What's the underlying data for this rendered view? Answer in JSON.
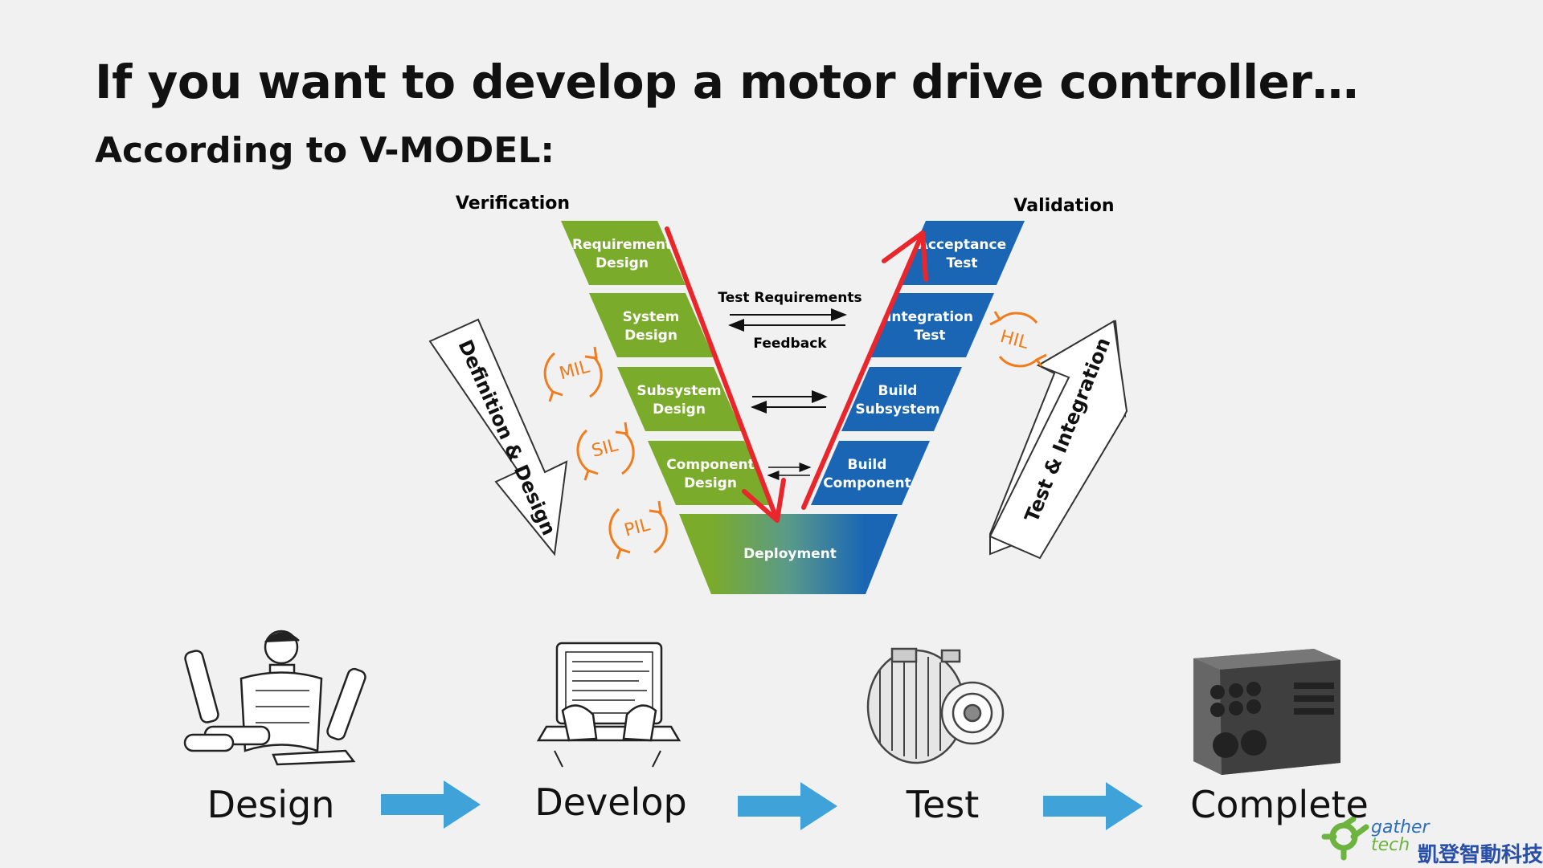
{
  "slide": {
    "title": "If you want to develop a motor drive controller…",
    "subtitle": "According to V-MODEL:"
  },
  "vmodel": {
    "verification_label": "Verification",
    "validation_label": "Validation",
    "left_stages": [
      {
        "line1": "Requirement",
        "line2": "Design"
      },
      {
        "line1": "System",
        "line2": "Design"
      },
      {
        "line1": "Subsystem",
        "line2": "Design"
      },
      {
        "line1": "Component",
        "line2": "Design"
      }
    ],
    "right_stages": [
      {
        "line1": "Acceptance",
        "line2": "Test"
      },
      {
        "line1": "Integration",
        "line2": "Test"
      },
      {
        "line1": "Build",
        "line2": "Subsystem"
      },
      {
        "line1": "Build",
        "line2": "Component"
      }
    ],
    "bottom_stage": "Deployment",
    "test_requirements_label": "Test Requirements",
    "feedback_label": "Feedback",
    "left_arrow_label": "Definition & Design",
    "right_arrow_label": "Test & Integration",
    "loops": [
      "MIL",
      "SIL",
      "PIL",
      "HIL"
    ],
    "colors": {
      "green": "#7aab2a",
      "blue": "#1a66b5",
      "red": "#e8262b",
      "orange": "#f07c1c",
      "flow_arrow": "#3fa3d9"
    }
  },
  "flow": {
    "steps": [
      "Design",
      "Develop",
      "Test",
      "Complete"
    ],
    "icons": [
      "engineer-with-blueprints-icon",
      "laptop-typing-icon",
      "alternator-motor-icon",
      "controller-box-icon"
    ]
  },
  "logo": {
    "brand_en_line1": "gather",
    "brand_en_line2": "tech",
    "brand_cn": "凱登智動科技"
  }
}
